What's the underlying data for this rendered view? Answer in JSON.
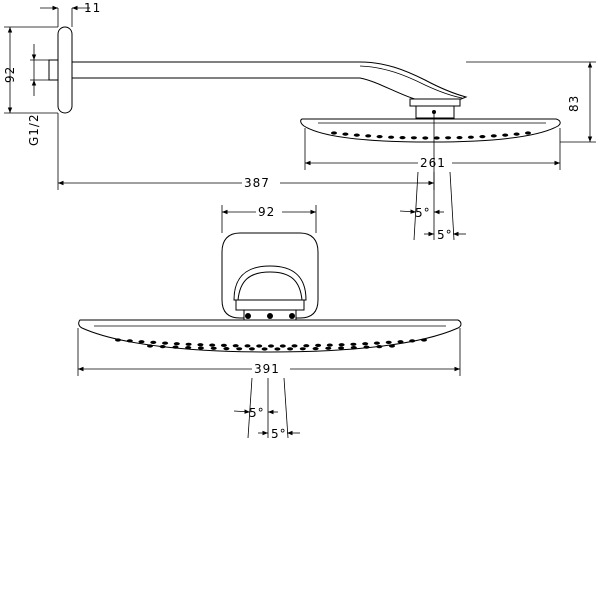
{
  "side_view": {
    "dim_flange": "11",
    "dim_height_92": "92",
    "dim_thread": "G1/2",
    "dim_head_height": "83",
    "dim_head_width": "261",
    "dim_projection": "387",
    "angle_left": "5°",
    "angle_right": "5°"
  },
  "front_view": {
    "dim_mount_width": "92",
    "dim_head_width": "391",
    "angle_left": "5°",
    "angle_right": "5°"
  }
}
